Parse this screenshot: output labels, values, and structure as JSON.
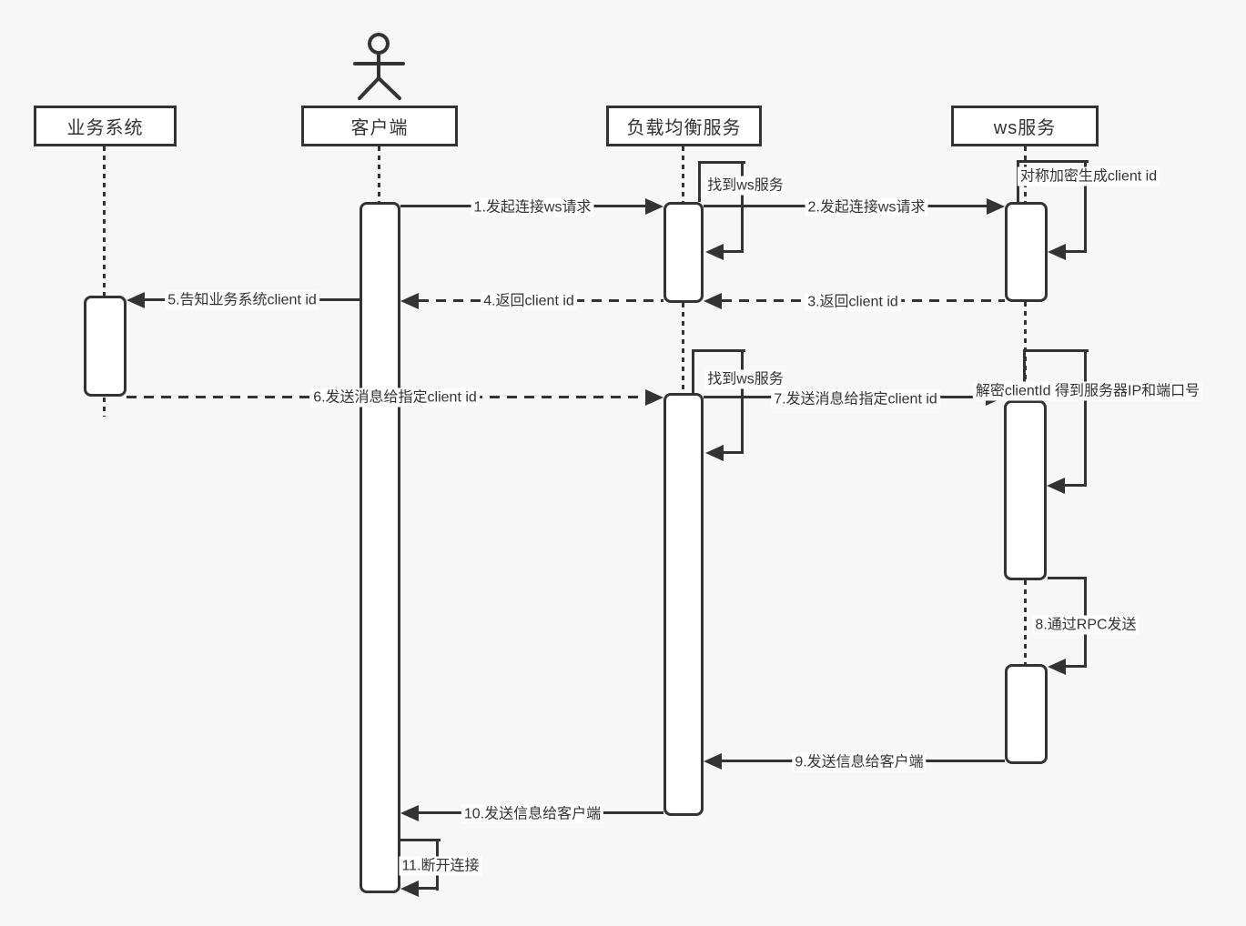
{
  "canvas": {
    "background": "#f7f7f7",
    "line_color": "#333333",
    "text_color": "#333333",
    "label_background": "#fdfdfd"
  },
  "participants": [
    {
      "id": "business-system",
      "label": "业务系统"
    },
    {
      "id": "client",
      "label": "客户端"
    },
    {
      "id": "load-balancer",
      "label": "负载均衡服务"
    },
    {
      "id": "ws-service",
      "label": "ws服务"
    }
  ],
  "messages": {
    "m1": "1.发起连接ws请求",
    "m2": "2.发起连接ws请求",
    "m3": "3.返回client id",
    "m4": "4.返回client id",
    "m5": "5.告知业务系统client id",
    "m6": "6.发送消息给指定client id",
    "m7": "7.发送消息给指定client id",
    "m8": "8.通过RPC发送",
    "m9": "9.发送信息给客户端",
    "m10": "10.发送信息给客户端",
    "m11": "11.断开连接",
    "find_ws_1": "找到ws服务",
    "find_ws_2": "找到ws服务",
    "encrypt": "对称加密生成client id",
    "decrypt": "解密clientId 得到服务器IP和端口号"
  }
}
